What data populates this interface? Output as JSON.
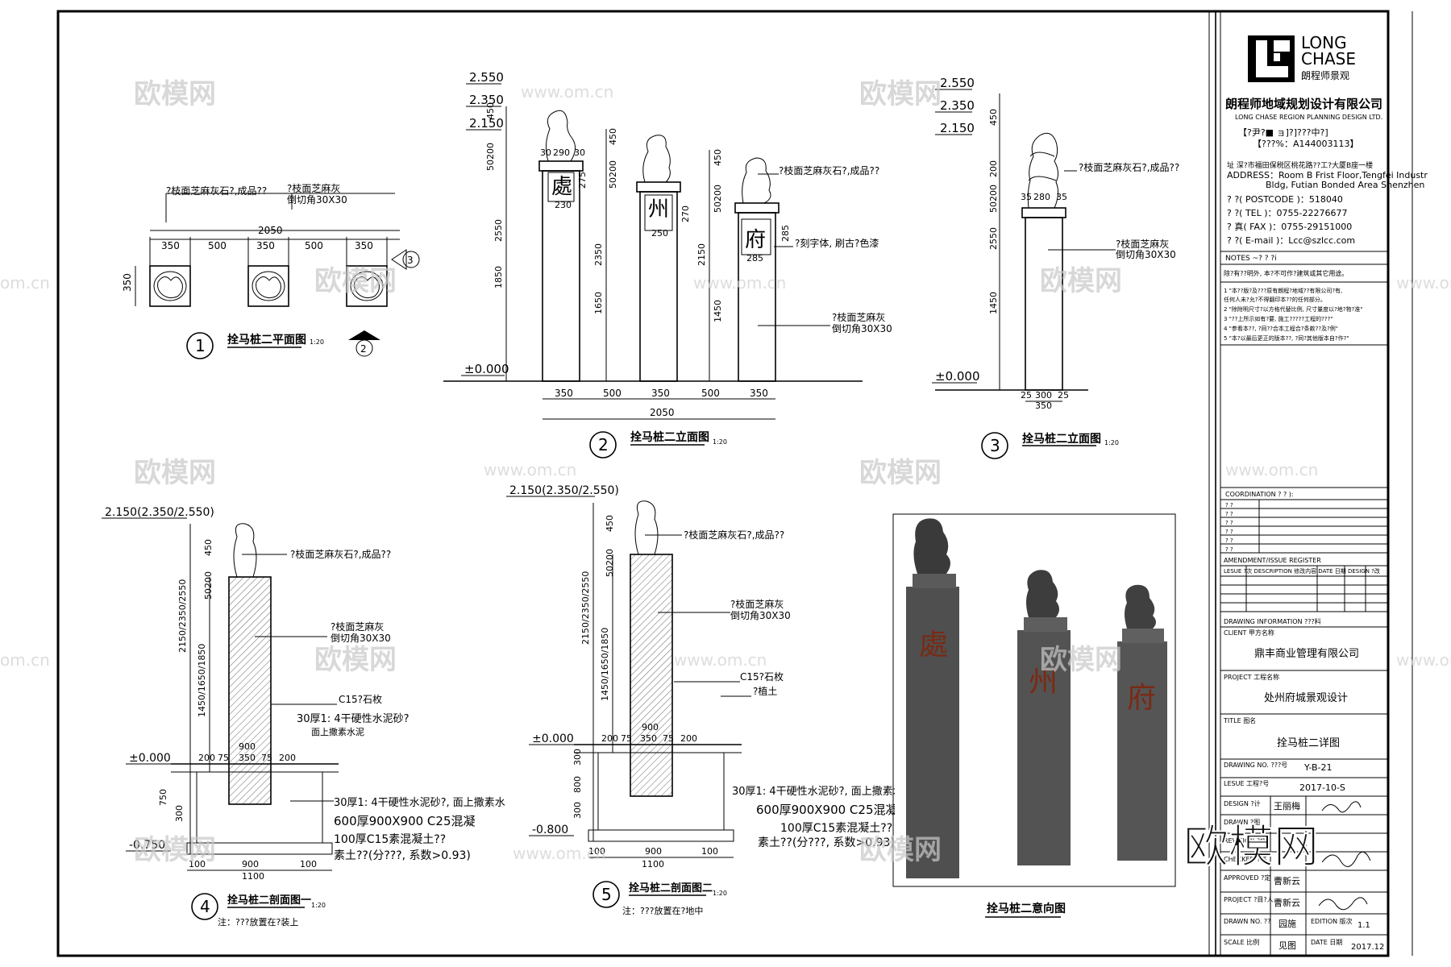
{
  "company": {
    "logo_text_1": "LONG",
    "logo_text_2": "CHASE",
    "logo_cn": "朗程师景观",
    "name_cn": "朗程师地域规划设计有限公司",
    "name_en": "LONG CHASE REGION PLANNING DESIGN LTD.",
    "line_a": "【?尹?■ ョ]?]???中?]",
    "line_b": "【???%：A144003113】",
    "addr_cn": "址  深?市福田保税区桃花路??工?大厦B座一楼",
    "addr_en_1": "ADDRESS：Room B Frist Floor,Tengfei Industr",
    "addr_en_2": "Bldg, Futian Bonded Area Shenzhen",
    "postcode": "?  ?( POSTCODE )：518040",
    "tel": "?  ?( TEL )：0755-22276677",
    "fax": "?  真( FAX )：0755-29151000",
    "email": "?  ?( E-mail )：Lcc@szlcc.com"
  },
  "notes": {
    "title": "NOTES ~?  ?  ?ⅰ",
    "line0": "除?有??明外, 本?不可作?建筑或其它用途。",
    "line1": "1 \"本??版?及???原有朗程?地域??有限公司?有,",
    "line1b": "   任何人未?允?不得翻印本??的任何部分。",
    "line2": "2 \"除附明尺寸?以方格代替比例, 尺寸量度以?地?物?准\"",
    "line3": "3 \"??上所示如有?要, 施工?????工程的???\"",
    "line4": "4 \"参看本??, ?同??合本工程合?条款??及?例\"",
    "line5": "5 \"本?以最后更正的版本??, ?同?其他版本自?作?\""
  },
  "titleblock": {
    "coordination": "COORDINATION  ?  ?  ):",
    "coord_rows": [
      "?  ?",
      "?  ?",
      "?  ?",
      "?  ?",
      "?  ?",
      "?  ?"
    ],
    "amend": "AMENDMENT/ISSUE  REGISTER",
    "amend_cols": "LESUE ?次  DESCRIPTION 修改内容  DATE 日期  DESIGN ?改",
    "drawing_info": "DRAWING  INFORMATION ???料",
    "client_label": "CLIENT 甲方名称",
    "client": "鼎丰商业管理有限公司",
    "project_label": "PROJECT 工程名称",
    "project": "处州府城景观设计",
    "title_label": "TITLE 图名",
    "title": "拴马桩二详图",
    "drawing_no_label": "DRAWING NO. ???号",
    "drawing_no": "Y-B-21",
    "issue_label": "LESUE 工程?号",
    "issue": "2017-10-S",
    "design_label": "DESIGN ?计",
    "design": "王丽梅",
    "drawn_label": "DRAWN ?图",
    "revision_label": "REVISION ?修",
    "checked_label": "CHECKED ?核",
    "approved_label": "APPROVED ?定",
    "approved": "曹新云",
    "projman_label": "PROJECT ?目?人",
    "projman": "曹新云",
    "drawnno_label": "DRAWN NO. ??",
    "drawnno": "园施",
    "edition_label": "EDITION 版次",
    "edition": "1.1",
    "scale_label": "SCALE 比例",
    "scale": "见图",
    "date_label": "DATE 日期",
    "date": "2017.12"
  },
  "labels": {
    "granite_finished": "?枝面芝麻灰石?,成品??",
    "granite": "?枝面芝麻灰",
    "chamfer": "倒切角30X30",
    "carved_text": "?刻字体, 刷古?色漆",
    "c15": "C15?石枚",
    "soil": "?植土",
    "mortar_a": "30厚1: 4干硬性水泥砂?",
    "mortar_b": "面上撒素水泥",
    "mortar_c": "30厚1: 4干硬性水泥砂?, 面上撒素水",
    "concrete_c25": "600厚900X900  C25混凝",
    "concrete_c15": "100厚C15素混凝土??",
    "compacted": "素土??(分???, 系数>0.93)",
    "compacted2": "素土??(分???, 系数>0.93)"
  },
  "views": {
    "v1_title": "拴马桩二平面图",
    "v2_title": "拴马桩二立面图",
    "v3_title": "拴马桩二立面图",
    "v4_title": "拴马桩二剖面图一",
    "v5_title": "拴马桩二剖面图二",
    "v6_title": "拴马桩二意向图",
    "scale": "1:20",
    "v4_note": "注：???放置在?装上",
    "v5_note": "注：???放置在?地中",
    "num1": "1",
    "num2": "2",
    "num3": "3",
    "num4": "4",
    "num5": "5"
  },
  "chars": {
    "c1": "處",
    "c2": "州",
    "c3": "府"
  },
  "dims": {
    "d2550": "2550",
    "d2350": "2350",
    "d2150": "2150",
    "d1850": "1850",
    "d1650": "1650",
    "d1450": "1450",
    "d450": "450",
    "d200": "200",
    "d50": "50",
    "d350": "350",
    "d500": "500",
    "d2050": "2050",
    "d290": "290",
    "d30": "30",
    "d230": "230",
    "d250": "250",
    "d270": "270",
    "d285": "285",
    "d275": "275",
    "d280": "280",
    "d35": "35",
    "d300": "300",
    "d25": "25",
    "d900": "900",
    "d1100": "1100",
    "d100": "100",
    "d75": "75",
    "d800": "800",
    "d750": "750",
    "d600": "600",
    "e2550": "2.550",
    "e2350": "2.350",
    "e2150": "2.150",
    "e0": "±0.000",
    "e_neg750": "-0.750",
    "e_neg800": "-0.800",
    "e_combo": "2.150(2.350/2.550)",
    "v_combo_a": "2150/2350/2550",
    "v_combo_b": "1450/1650/1850",
    "d50200": "50200"
  },
  "watermark": {
    "brand": "欧模网",
    "url": "www.om.cn",
    "url2": "om.cn",
    "big": "欧模网"
  }
}
